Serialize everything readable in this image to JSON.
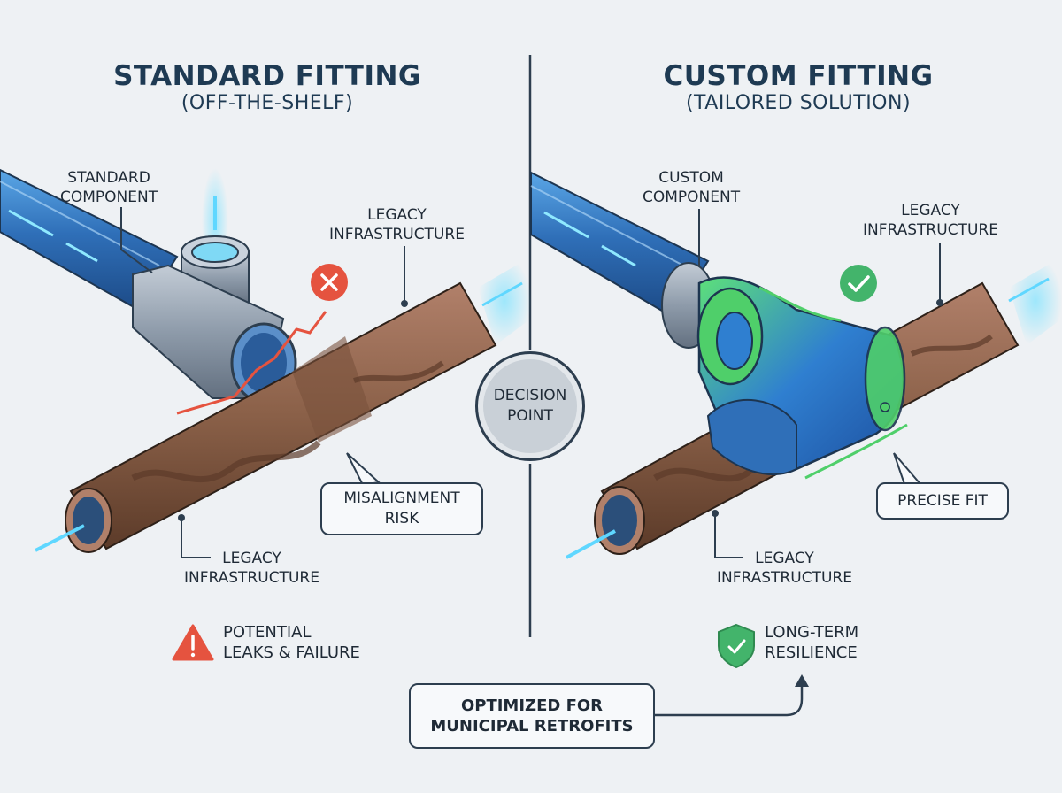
{
  "left": {
    "title": "STANDARD FITTING",
    "subtitle": "(OFF-THE-SHELF)",
    "component_label": [
      "STANDARD",
      "COMPONENT"
    ],
    "legacy_top_label": [
      "LEGACY",
      "INFRASTRUCTURE"
    ],
    "legacy_bottom_label": [
      "LEGACY",
      "INFRASTRUCTURE"
    ],
    "callout": [
      "MISALIGNMENT",
      "RISK"
    ],
    "status_icon": "x-circle-icon",
    "note_icon": "warning-triangle-icon",
    "note": [
      "POTENTIAL",
      "LEAKS & FAILURE"
    ]
  },
  "right": {
    "title": "CUSTOM FITTING",
    "subtitle": "(TAILORED SOLUTION)",
    "component_label": [
      "CUSTOM",
      "COMPONENT"
    ],
    "legacy_top_label": [
      "LEGACY",
      "INFRASTRUCTURE"
    ],
    "legacy_bottom_label": [
      "LEGACY",
      "INFRASTRUCTURE"
    ],
    "callout": "PRECISE FIT",
    "status_icon": "check-circle-icon",
    "note_icon": "shield-check-icon",
    "note": [
      "LONG-TERM",
      "RESILIENCE"
    ]
  },
  "center": {
    "decision": [
      "DECISION",
      "POINT"
    ]
  },
  "bottom": {
    "box": [
      "OPTIMIZED FOR",
      "MUNICIPAL RETROFITS"
    ]
  },
  "colors": {
    "background": "#eef1f4",
    "title": "#1e3a53",
    "blue_pipe": "#2f6fb8",
    "rust_pipe": "#8a6048",
    "custom_fitting": "#4fcf6a",
    "error": "#e5533f",
    "success": "#43b46b"
  }
}
